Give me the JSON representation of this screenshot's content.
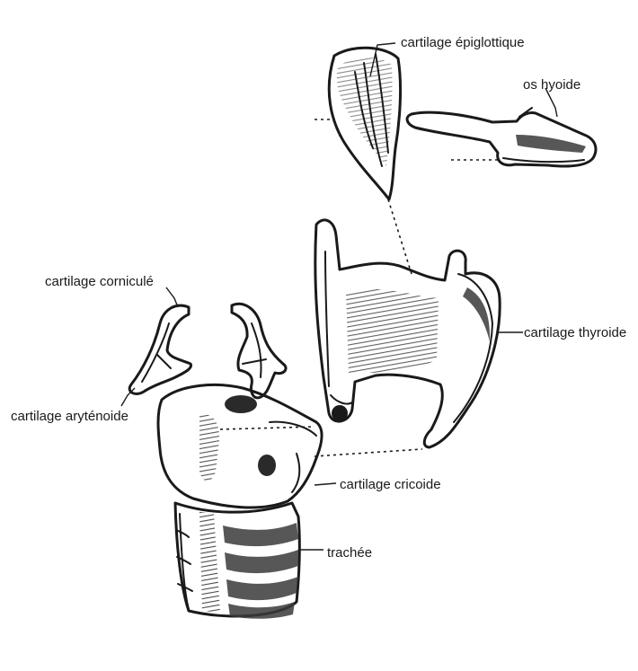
{
  "diagram": {
    "labels": {
      "epiglottic": "cartilage épiglottique",
      "hyoid": "os hyoide",
      "corniculate": "cartilage corniculé",
      "thyroid": "cartilage thyroide",
      "arytenoid": "cartilage aryténoide",
      "cricoid": "cartilage cricoide",
      "trachea": "trachée"
    },
    "colors": {
      "ink": "#1a1a1a",
      "background": "#ffffff"
    }
  }
}
